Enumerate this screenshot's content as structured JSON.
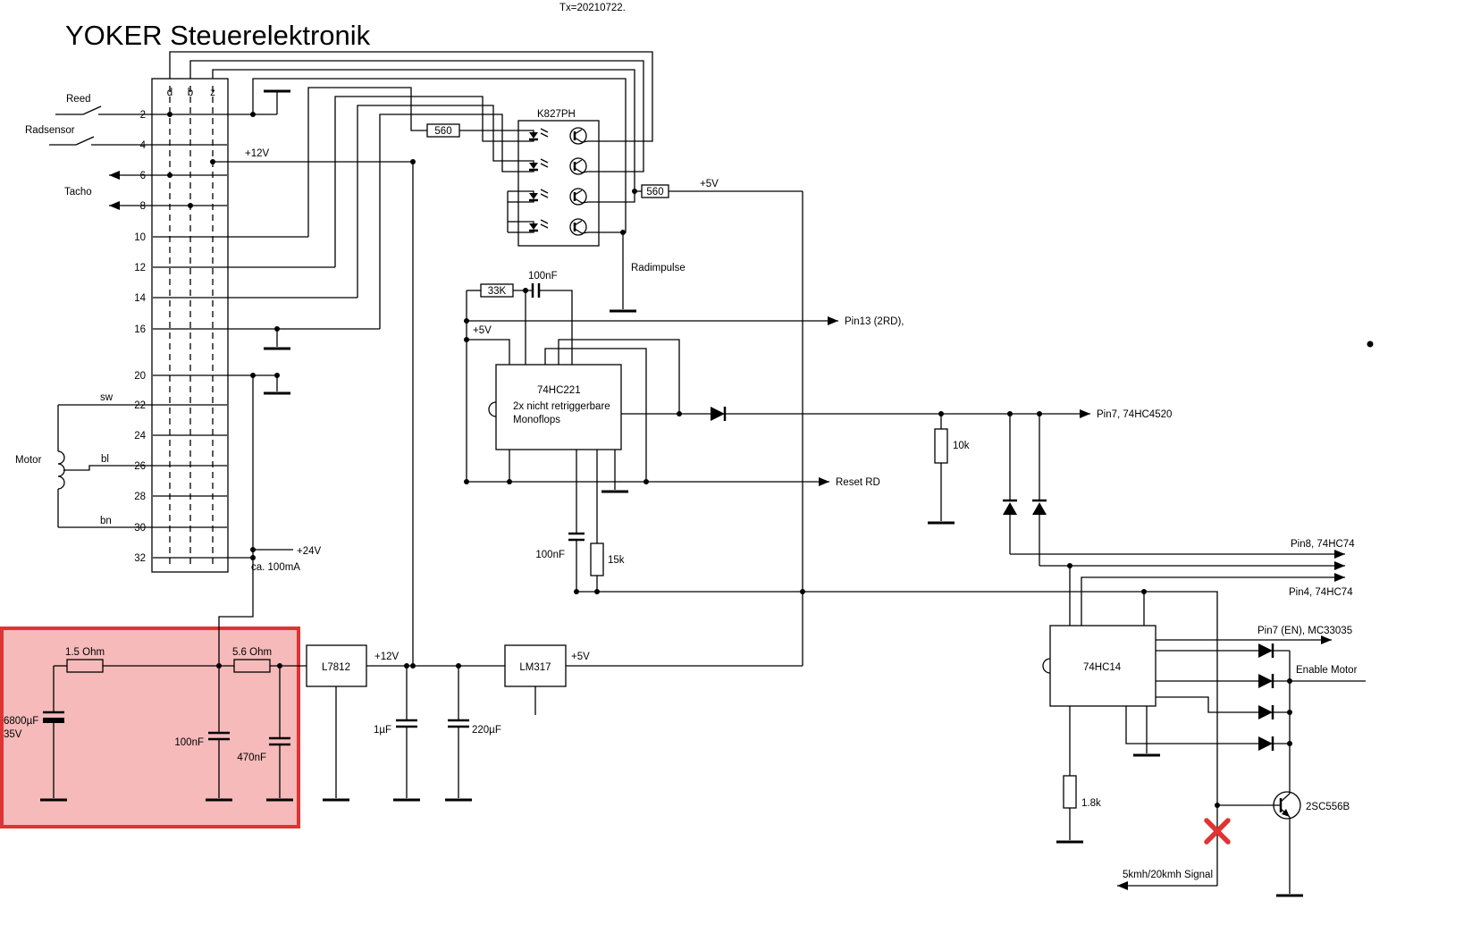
{
  "header": {
    "tx_label": "Tx=20210722.",
    "title": "YOKER Steuerelektronik"
  },
  "connector": {
    "cols": [
      "d",
      "b",
      "z"
    ],
    "pins": [
      "2",
      "4",
      "6",
      "8",
      "10",
      "12",
      "14",
      "16",
      "20",
      "22",
      "24",
      "26",
      "28",
      "30",
      "32"
    ],
    "labels": {
      "reed": "Reed",
      "radsensor": "Radsensor",
      "tacho": "Tacho",
      "sw": "sw",
      "motor": "Motor",
      "bl": "bl",
      "bn": "bn"
    }
  },
  "rails": {
    "v12_top": "+12V",
    "v24": "+24V",
    "v24_note": "ca. 100mA"
  },
  "opto": {
    "part": "K827PH",
    "r_in": "560",
    "r_out": "560",
    "v5": "+5V",
    "radimpulse": "Radimpulse"
  },
  "mono": {
    "r_timing": "33K",
    "c_timing": "100nF",
    "v5": "+5V",
    "name": "74HC221",
    "desc1": "2x nicht retriggerbare",
    "desc2": "Monoflops",
    "pin13": "Pin13 (2RD),",
    "pin7_4520": "Pin7, 74HC4520",
    "reset": "Reset RD",
    "c_bottom": "100nF",
    "r15k": "15k",
    "r10k": "10k"
  },
  "psu": {
    "r_in": "1.5 Ohm",
    "r_mid": "5.6 Ohm",
    "c_big": "6800µF",
    "c_big_volt": "35V",
    "c_100n": "100nF",
    "c_470n": "470nF",
    "reg12": "L7812",
    "v12": "+12V",
    "c_1u": "1µF",
    "c_220u": "220µF",
    "reg5": "LM317",
    "v5": "+5V"
  },
  "outputs": {
    "pin8": "Pin8, 74HC74",
    "pin4": "Pin4, 74HC74",
    "pin7_en": "Pin7 (EN), MC33035",
    "enable": "Enable Motor",
    "ic": "74HC14",
    "r18k": "1.8k",
    "q1": "2SC556B",
    "signal": "5kmh/20kmh Signal"
  },
  "colors": {
    "highlight_fill": "#f6baba",
    "highlight_stroke": "#e03333",
    "wire": "#000000"
  }
}
